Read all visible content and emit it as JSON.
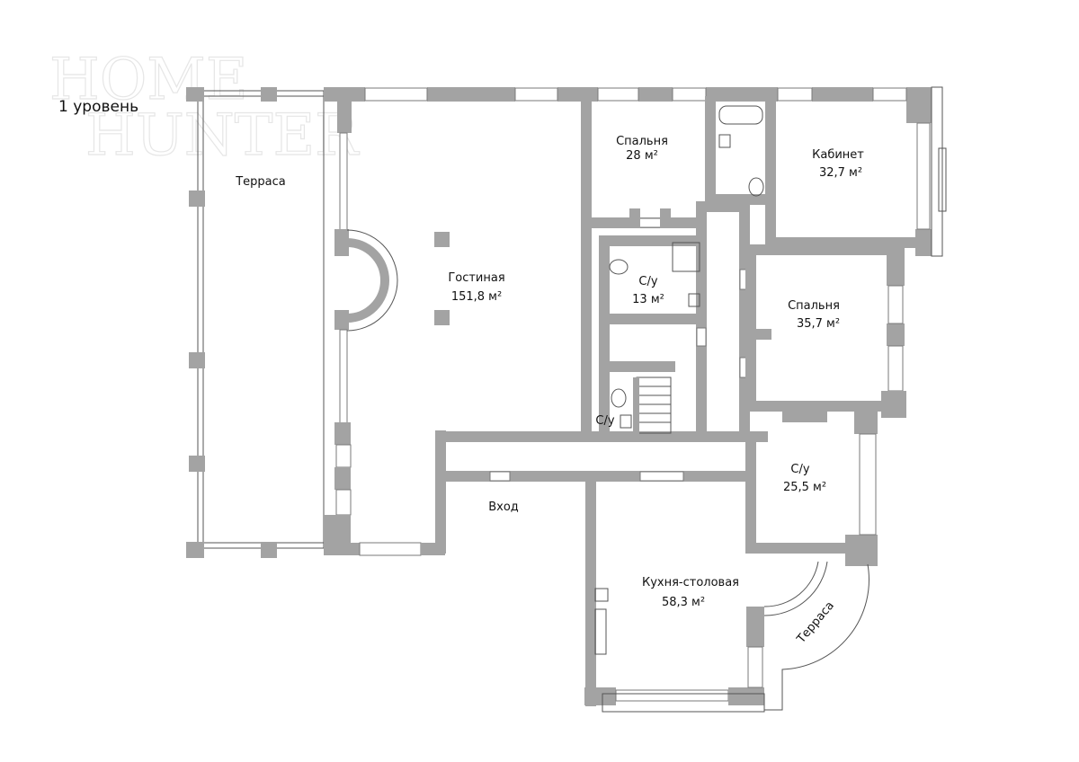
{
  "watermark": {
    "line1": "HOME",
    "line2": "HUNTER"
  },
  "level_label": "1 уровень",
  "colors": {
    "wall": "#a3a3a3",
    "line": "#555555",
    "background": "#ffffff"
  },
  "rooms": [
    {
      "name": "Терраса",
      "area": ""
    },
    {
      "name": "Гостиная",
      "area": "151,8 м²"
    },
    {
      "name": "Спальня",
      "area": "28 м²"
    },
    {
      "name": "Кабинет",
      "area": "32,7 м²"
    },
    {
      "name": "С/у",
      "area": "13 м²"
    },
    {
      "name": "Спальня",
      "area": "35,7 м²"
    },
    {
      "name": "С/у",
      "area": ""
    },
    {
      "name": "С/у",
      "area": "25,5 м²"
    },
    {
      "name": "Вход",
      "area": ""
    },
    {
      "name": "Кухня-столовая",
      "area": "58,3 м²"
    },
    {
      "name": "Терраса",
      "area": ""
    }
  ]
}
